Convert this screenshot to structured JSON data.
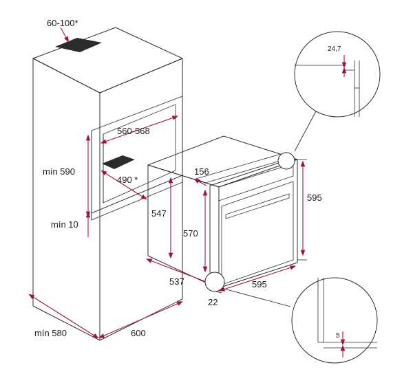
{
  "labels": {
    "top_vent": "60-100*",
    "niche_width": "560-568",
    "niche_height": "mín 590",
    "niche_depth": "490 *",
    "base_height": "mín 10",
    "cabinet_depth": "mín 580",
    "cabinet_width": "600",
    "oven_panel_depth": "156",
    "oven_depth": "547",
    "oven_body_height": "570",
    "oven_height": "595",
    "oven_body_depth": "537",
    "oven_width": "595",
    "front_gap": "22",
    "detail_top": "24,7",
    "detail_bottom": "5"
  },
  "colors": {
    "dimension": "#a0143c",
    "outline": "#2b2b2b"
  }
}
